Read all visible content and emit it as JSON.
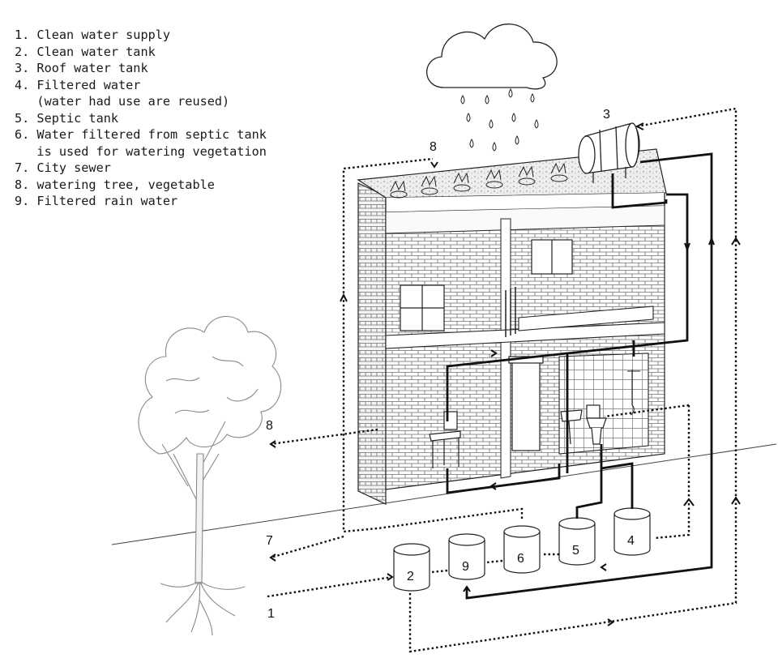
{
  "legend": [
    "1. Clean water supply",
    "2. Clean water tank",
    "3. Roof water tank",
    "4. Filtered water",
    "   (water had use are reused)",
    "5. Septic tank",
    "6. Water filtered from septic tank",
    "   is used for watering vegetation",
    "7. City sewer",
    "8. watering tree, vegetable",
    "9. Filtered rain water"
  ],
  "labels": {
    "roof_tank": "3",
    "roof_garden": "8",
    "watering_outlet": "8",
    "city_sewer": "7",
    "supply_inlet": "1",
    "tank_2": "2",
    "tank_9": "9",
    "tank_6": "6",
    "tank_5": "5",
    "tank_4": "4"
  },
  "colors": {
    "ink": "#111111",
    "line": "#222222",
    "tree": "#8a8a8a",
    "brick": "#6d6d6d"
  },
  "icons": [
    "cloud-icon",
    "raindrop-icon",
    "tree-icon",
    "roof-tank-icon",
    "sink-icon",
    "toilet-icon",
    "shower-icon"
  ]
}
